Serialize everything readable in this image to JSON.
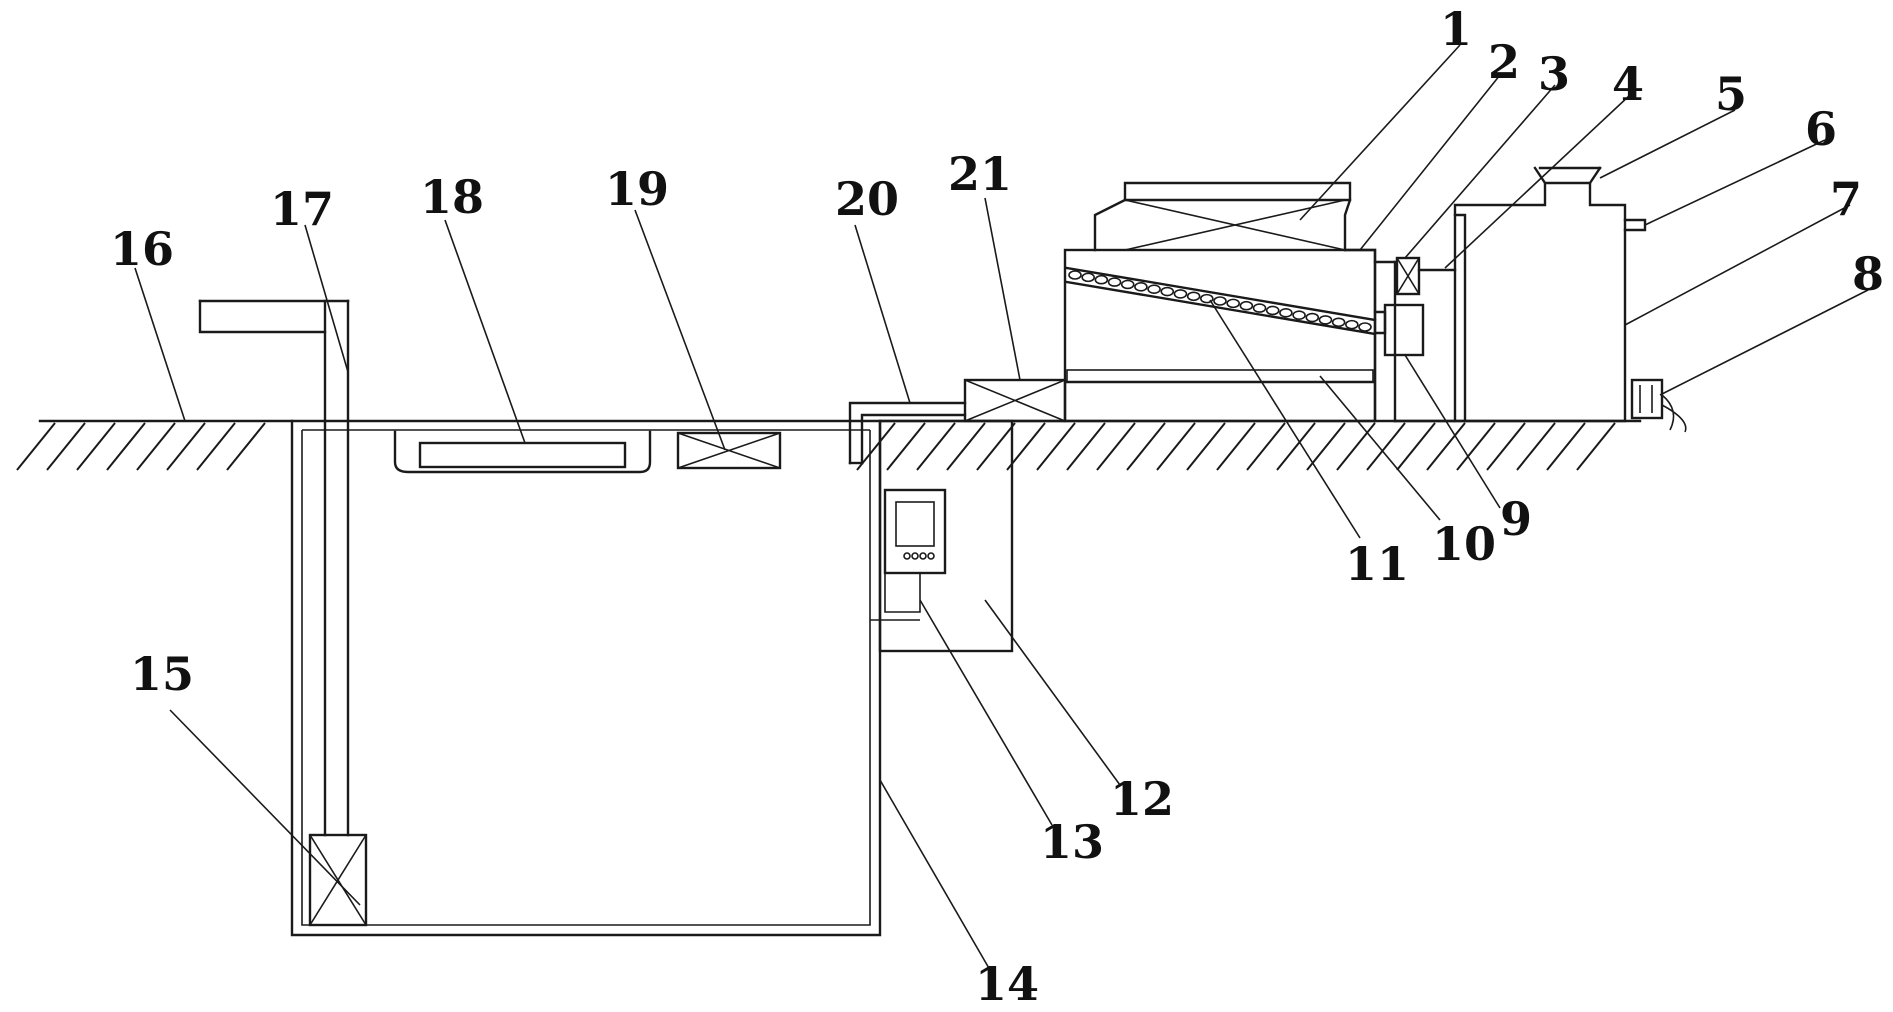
{
  "colors": {
    "line": "#1a1a1a",
    "background": "#ffffff"
  },
  "labels": [
    "1",
    "2",
    "3",
    "4",
    "5",
    "6",
    "7",
    "8",
    "9",
    "10",
    "11",
    "12",
    "13",
    "14",
    "15",
    "16",
    "17",
    "18",
    "19",
    "20",
    "21"
  ]
}
